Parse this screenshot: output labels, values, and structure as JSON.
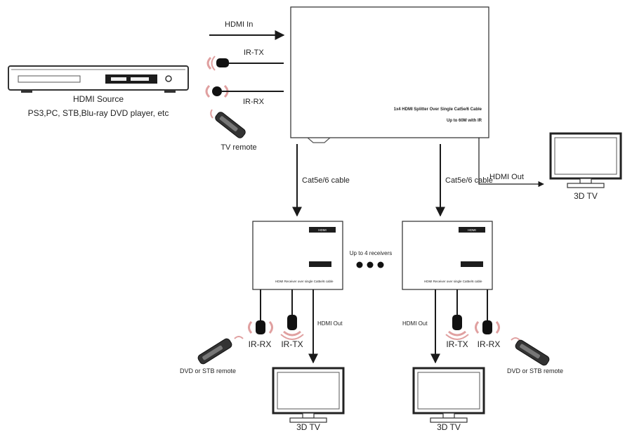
{
  "source": {
    "title": "HDMI Source",
    "subtitle": "PS3,PC, STB,Blu-ray DVD player, etc"
  },
  "splitter": {
    "input_label": "HDMI In",
    "ir_tx_label": "IR-TX",
    "ir_rx_label": "IR-RX",
    "remote_label": "TV remote",
    "product_line1": "1x4 HDMI Splitter Over Single Cat5e/6 Cable",
    "product_line2": "Up to 60M with IR",
    "local_out_label": "HDMI Out",
    "local_tv_label": "3D TV"
  },
  "links": {
    "cable_left": "Cat5e/6 cable",
    "cable_right": "Cat5e/6 cable",
    "receivers_note": "Up to 4 receivers"
  },
  "receivers": [
    {
      "logo": "HDMI",
      "model_text": "HDMI Receiver over single Cat5e/6 cable",
      "hdmi_out_label": "HDMI Out",
      "ir_rx_label": "IR-RX",
      "ir_tx_label": "IR-TX",
      "remote_label": "DVD or STB remote",
      "tv_label": "3D TV"
    },
    {
      "logo": "HDMI",
      "model_text": "HDMI Receiver over single Cat5e/6 cable",
      "hdmi_out_label": "HDMI Out",
      "ir_rx_label": "IR-RX",
      "ir_tx_label": "IR-TX",
      "remote_label": "DVD or STB remote",
      "tv_label": "3D TV"
    }
  ],
  "icons": [
    "dvd-player-icon",
    "ir-emitter-icon",
    "ir-receiver-icon",
    "remote-control-icon",
    "tv-monitor-icon",
    "arrow-icon"
  ],
  "colors": {
    "ir_wave": "#e0a0a0",
    "line": "#1a1a1a",
    "device": "#2b2b2b"
  }
}
